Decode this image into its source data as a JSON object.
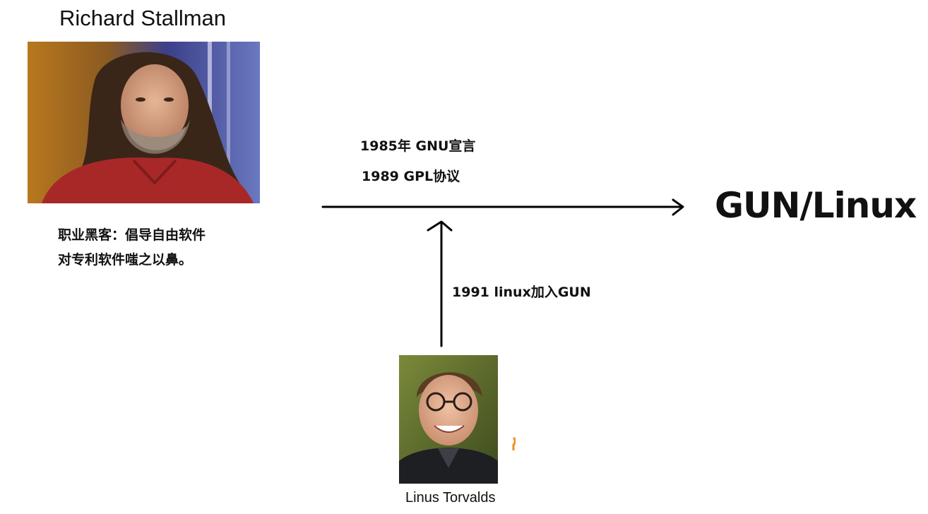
{
  "stallman": {
    "name": "Richard Stallman",
    "photo_alt": "Richard Stallman",
    "description": [
      "职业黑客：倡导自由软件",
      "对专利软件嗤之以鼻。"
    ]
  },
  "events": {
    "gnu_manifesto": "1985年 GNU宣言",
    "gpl_license": "1989 GPL协议",
    "linux_join": "1991 linux加入GUN"
  },
  "result_label": "GUN/Linux",
  "torvalds": {
    "name": "Linus Torvalds",
    "photo_alt": "Linus Torvalds"
  },
  "colors": {
    "arrow": "#000000",
    "text": "#111111",
    "accent_orange": "#f28c1e"
  }
}
